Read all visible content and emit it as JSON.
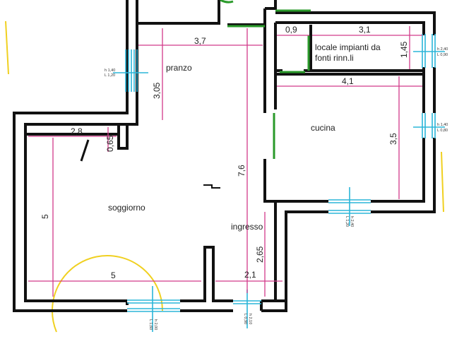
{
  "rooms": {
    "pranzo": "pranzo",
    "soggiorno": "soggiorno",
    "ingresso": "ingresso",
    "cucina": "cucina",
    "locale_line1": "locale impianti da",
    "locale_line2": "fonti rinn.li"
  },
  "dimensions": {
    "pranzo_width": "3,7",
    "pranzo_depth": "3,05",
    "soggiorno_top": "2,8",
    "soggiorno_notch": "0,65",
    "soggiorno_height": "5",
    "soggiorno_width": "5",
    "central_length": "7,6",
    "ingresso_height": "2,65",
    "ingresso_width": "2,1",
    "locale_small": "0,9",
    "locale_width": "3,1",
    "locale_depth": "1,45",
    "cucina_width": "4,1",
    "cucina_depth": "3,5"
  },
  "openings": {
    "pranzo_window": {
      "h": "h 1,40",
      "l": "L 1,20"
    },
    "locale_window": {
      "h": "h 2,40",
      "l": "L 0,90"
    },
    "cucina_side_window": {
      "h": "h 1,40",
      "l": "L 0,80"
    },
    "cucina_bottom_window": {
      "h": "h 2,40",
      "l": "L 1,20"
    },
    "soggiorno_window": {
      "h": "h 2,00",
      "l": "L 1,60"
    },
    "entrance_door": {
      "h": "h 2,10",
      "l": "L 0,90"
    }
  },
  "colors": {
    "wall": "#111111",
    "dimension": "#d23a8a",
    "window": "#2bb5d8",
    "door": "#2a9a2a",
    "highlight": "#f0d020"
  }
}
